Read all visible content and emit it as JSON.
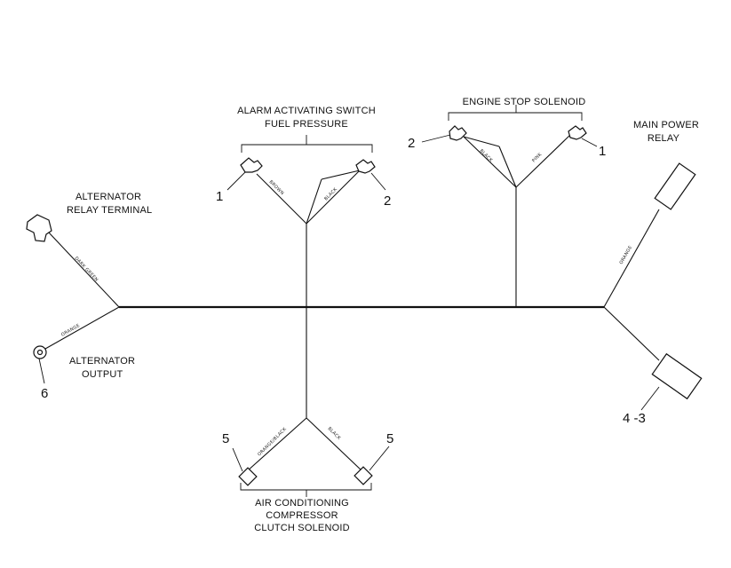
{
  "labels": {
    "alarm_line1": "ALARM ACTIVATING SWITCH",
    "alarm_line2": "FUEL PRESSURE",
    "engine_stop": "ENGINE STOP SOLENOID",
    "main_power_line1": "MAIN POWER",
    "main_power_line2": "RELAY",
    "alt_relay_line1": "ALTERNATOR",
    "alt_relay_line2": "RELAY TERMINAL",
    "alt_output_line1": "ALTERNATOR",
    "alt_output_line2": "OUTPUT",
    "ac_line1": "AIR CONDITIONING",
    "ac_line2": "COMPRESSOR",
    "ac_line3": "CLUTCH SOLENOID"
  },
  "callouts": {
    "alarm_left": "1",
    "alarm_right": "2",
    "engine_left": "2",
    "engine_right": "1",
    "alt_output": "6",
    "main_power_lower": "4 -3",
    "ac_left": "5",
    "ac_right": "5"
  },
  "wire_labels": {
    "alt_relay": "DARK GREEN",
    "alt_output": "ORANGE",
    "alarm_left": "BROWN",
    "alarm_right": "BLACK",
    "engine_left": "BLACK",
    "engine_right": "PINK",
    "main_power": "ORANGE",
    "ac_left": "ORANGE/BLACK",
    "ac_right": "BLACK"
  }
}
